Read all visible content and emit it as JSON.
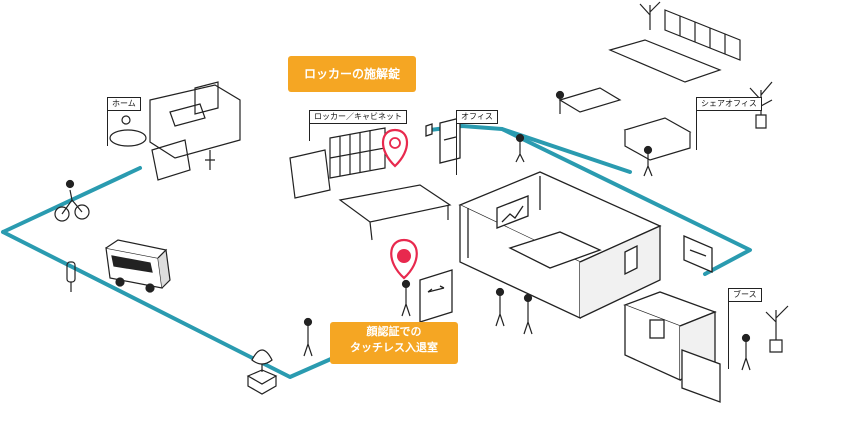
{
  "callouts": {
    "locker": "ロッカーの施解錠",
    "face_line1": "顔認証での",
    "face_line2": "タッチレス入退室"
  },
  "areas": {
    "home": "ホーム",
    "locker_cabinet": "ロッカー／キャビネット",
    "office": "オフィス",
    "share_office": "シェアオフィス",
    "booth": "ブース"
  },
  "colors": {
    "route": "#2a9bb0",
    "accent": "#f5a623",
    "pin": "#e8294e",
    "line": "#222222"
  }
}
